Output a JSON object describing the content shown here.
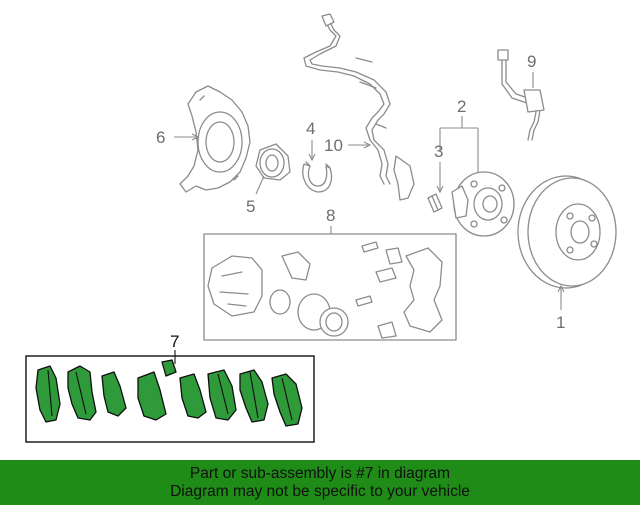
{
  "diagram": {
    "callouts": [
      {
        "id": "1",
        "label": "1"
      },
      {
        "id": "2",
        "label": "2"
      },
      {
        "id": "3",
        "label": "3"
      },
      {
        "id": "4",
        "label": "4"
      },
      {
        "id": "5",
        "label": "5"
      },
      {
        "id": "6",
        "label": "6"
      },
      {
        "id": "7",
        "label": "7"
      },
      {
        "id": "8",
        "label": "8"
      },
      {
        "id": "9",
        "label": "9"
      },
      {
        "id": "10",
        "label": "10"
      }
    ],
    "highlighted_callout": "7",
    "colors": {
      "highlight": "#2f9a3a",
      "line": "#8c8c8c",
      "banner": "#1e8c16"
    }
  },
  "banner": {
    "line1": "Part or sub-assembly is #7 in diagram",
    "line2": "Diagram may not be specific to your vehicle"
  }
}
